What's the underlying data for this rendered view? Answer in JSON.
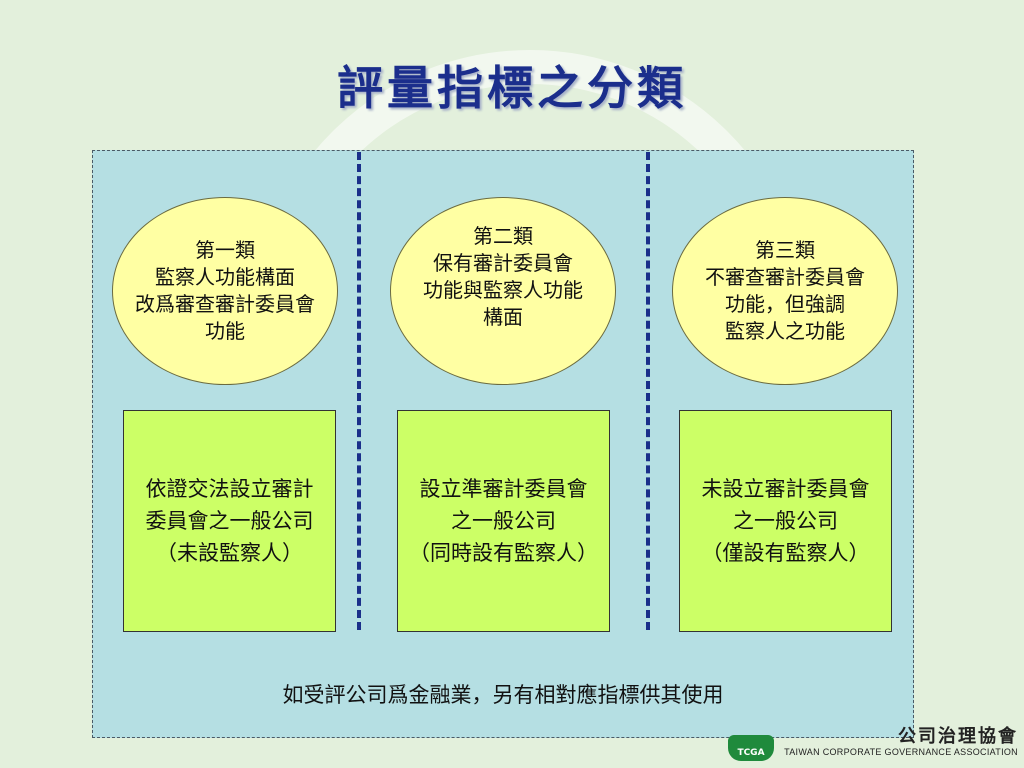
{
  "title": "評量指標之分類",
  "columns": [
    {
      "category": [
        "第一類",
        "監察人功能構面",
        "改爲審查審計委員會",
        "功能"
      ],
      "company": [
        "依證交法設立審計",
        "委員會之一般公司",
        "（未設監察人）"
      ]
    },
    {
      "category": [
        "第二類",
        "保有審計委員會",
        "功能與監察人功能",
        "構面"
      ],
      "company": [
        "設立準審計委員會",
        "之一般公司",
        "（同時設有監察人）"
      ]
    },
    {
      "category": [
        "第三類",
        "不審查審計委員會",
        "功能，但強調",
        "監察人之功能"
      ],
      "company": [
        "未設立審計委員會",
        "之一般公司",
        "（僅設有監察人）"
      ]
    }
  ],
  "note": "如受評公司爲金融業，另有相對應指標供其使用",
  "logo": {
    "emblem": "TCGA",
    "chinese": "公司治理協會",
    "english": "TAIWAN CORPORATE GOVERNANCE ASSOCIATION"
  },
  "colors": {
    "background": "#e3f0dc",
    "panel": "#b5dfe3",
    "oval": "#ffffa3",
    "box": "#ccff66",
    "title": "#1b2e8c",
    "divider": "#1a2f8a"
  }
}
